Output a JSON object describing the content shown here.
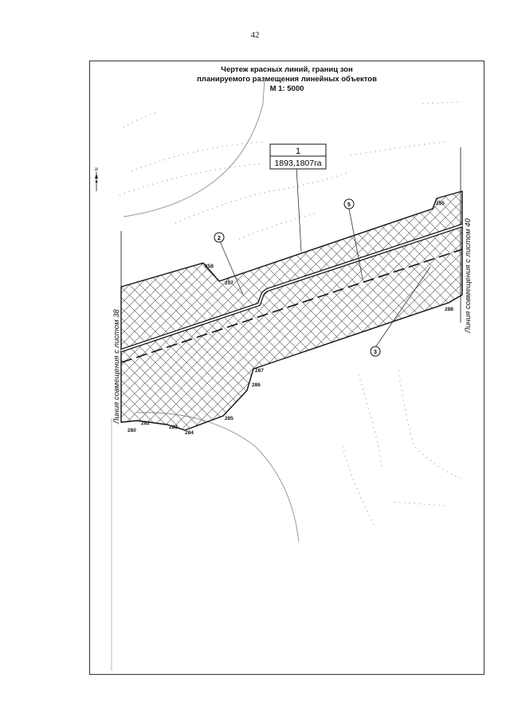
{
  "page_number": "42",
  "title": {
    "line1": "Чертеж красных линий, границ зон",
    "line2": "планируемого размещения линейных объектов",
    "line3": "М 1: 5000"
  },
  "zone_label": {
    "number": "1",
    "area": "1893,1807га"
  },
  "callouts": [
    "2",
    "5",
    "3"
  ],
  "points": [
    "255",
    "258",
    "257",
    "288",
    "287",
    "286",
    "285",
    "284",
    "283",
    "282",
    "280"
  ],
  "side_labels": {
    "left": "Линия совмещения с листом 38",
    "right": "Линия совмещения с листом 40"
  },
  "north_arrow": "N",
  "colors": {
    "line": "#111111",
    "hatch": "#555555",
    "road": "#999999",
    "dots": "#9a9a9a"
  }
}
